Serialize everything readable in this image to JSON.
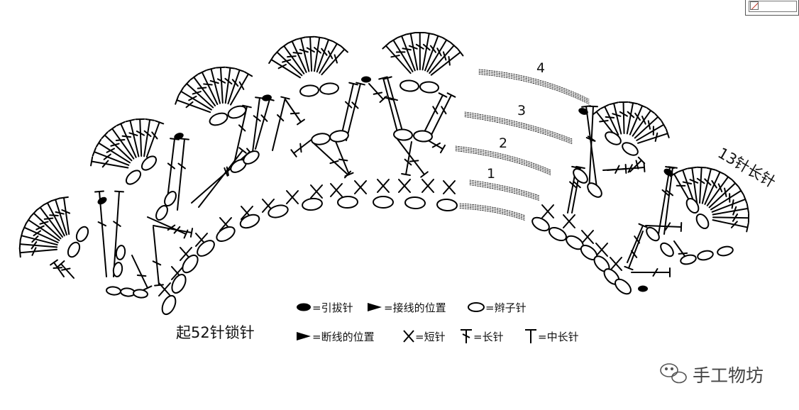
{
  "diagram": {
    "row_labels": [
      "1",
      "2",
      "3",
      "4"
    ],
    "foundation_label": "起52针锁针",
    "edge_label": "13针长针",
    "legend": {
      "slip_stitch": "=引拔针",
      "join_yarn": "=接线的位置",
      "chain": "=辫子针",
      "fasten_off": "=断线的位置",
      "single_crochet": "=短针",
      "double_crochet": "=长针",
      "half_double_crochet": "=中长针"
    },
    "watermark": "手工物坊"
  }
}
